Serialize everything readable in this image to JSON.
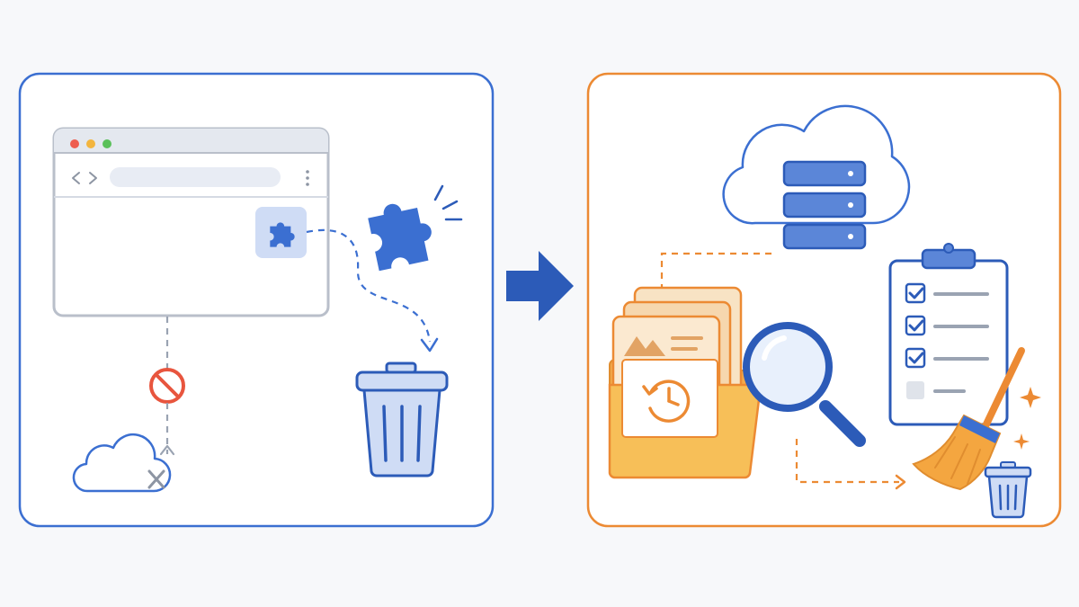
{
  "colors": {
    "background": "#f7f8fa",
    "blue_accent": "#3b6fd1",
    "blue_dark": "#2c5bb8",
    "blue_fill": "#cfdcf5",
    "orange_accent": "#ec8a33",
    "folder_yellow": "#f7bf58",
    "card_cream": "#f6d7ae",
    "danger_red": "#e8553e",
    "gray_line": "#9aa3b2",
    "window_dot_red": "#ee5d4f",
    "window_dot_yellow": "#f3b53f",
    "window_dot_green": "#5ac05a"
  },
  "left_panel": {
    "name": "browser-extension-removal",
    "elements": [
      "browser-window",
      "extension-icon",
      "puzzle-icon",
      "trash-can-icon",
      "blocked-icon",
      "cloud-icon",
      "sync-x-icon"
    ]
  },
  "transition": {
    "icon": "arrow-right-icon"
  },
  "right_panel": {
    "name": "cloud-data-cleanup",
    "elements": [
      "cloud-icon",
      "server-stack-icon",
      "folder-icon",
      "history-clock-icon",
      "magnifier-icon",
      "checklist-clipboard-icon",
      "broom-icon",
      "sparkle-icon",
      "small-trash-icon"
    ],
    "checklist": {
      "checked": [
        true,
        true,
        true,
        false
      ]
    }
  }
}
